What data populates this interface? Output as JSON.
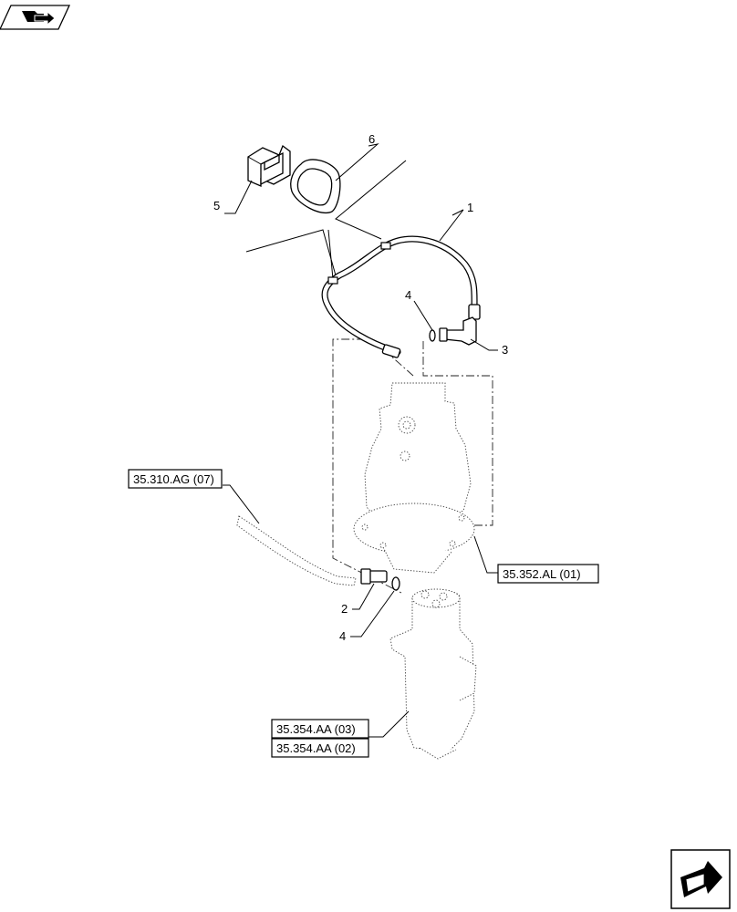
{
  "callouts": {
    "c1": "1",
    "c2": "2",
    "c3": "3",
    "c4a": "4",
    "c4b": "4",
    "c5": "5",
    "c6": "6"
  },
  "references": {
    "ref_hose": "35.310.AG (07)",
    "ref_motor": "35.352.AL (01)",
    "ref_joint_a": "35.354.AA (03)",
    "ref_joint_b": "35.354.AA (02)"
  },
  "icons": {
    "top_left": "page-nav-back-icon",
    "bottom_right": "next-page-arrow-icon"
  }
}
